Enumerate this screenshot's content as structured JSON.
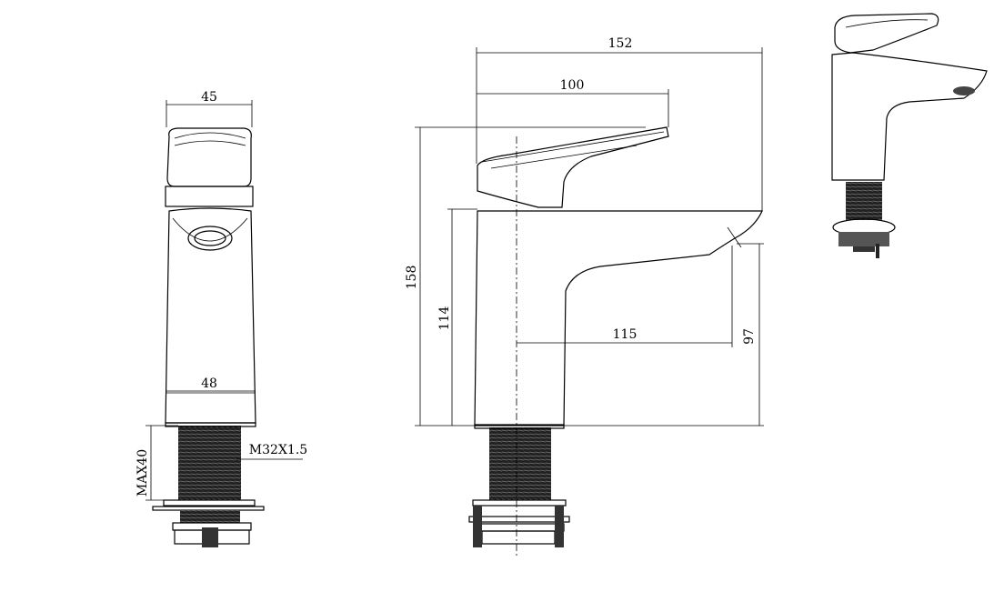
{
  "front_view": {
    "handle_width": "45",
    "body_width": "48",
    "max_thickness": "MAX40",
    "thread": "M32X1.5"
  },
  "side_view": {
    "overall_length": "152",
    "handle_length": "100",
    "overall_height": "158",
    "body_height": "114",
    "spout_reach": "115",
    "spout_height": "97"
  },
  "colors": {
    "line": "#000000",
    "background": "#ffffff"
  }
}
